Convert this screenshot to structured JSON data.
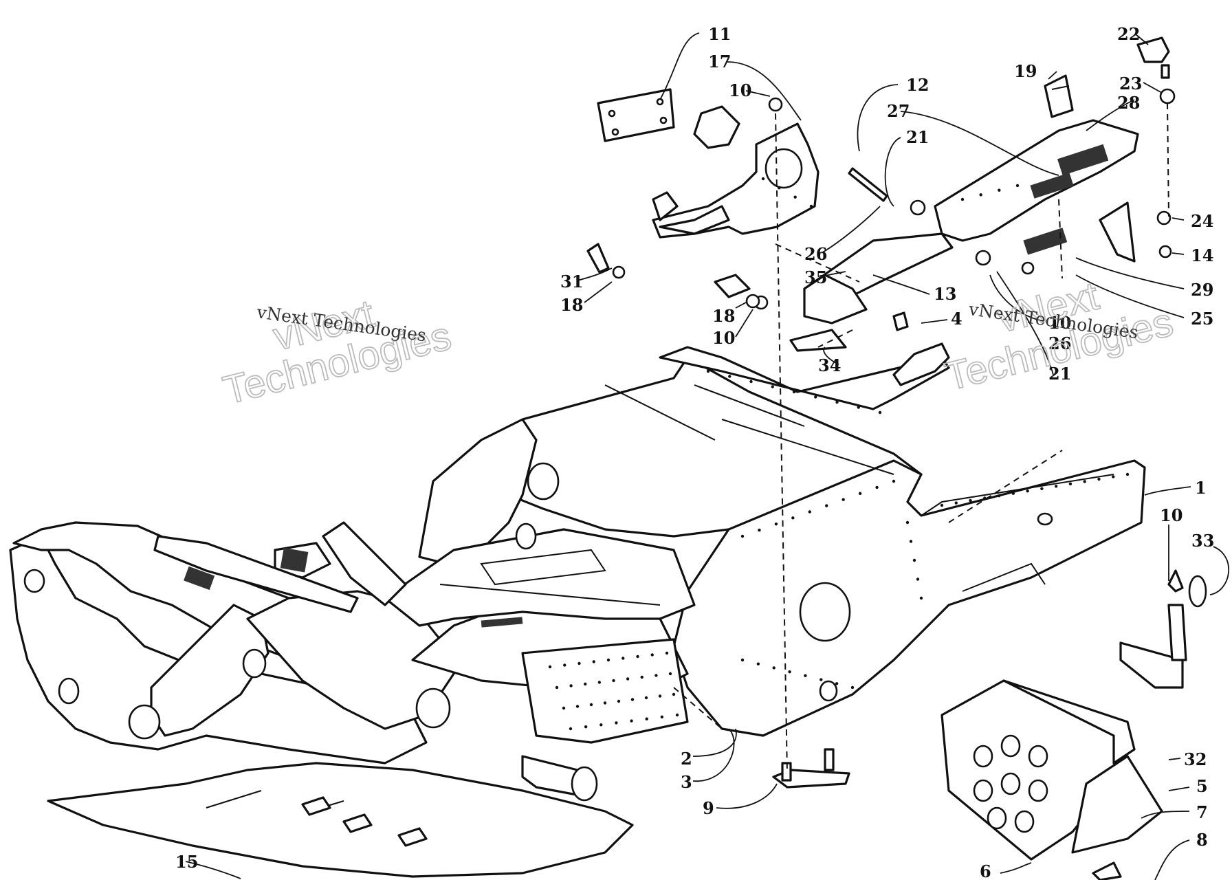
{
  "diagram": {
    "callouts": [
      {
        "id": "c11",
        "text": "11"
      },
      {
        "id": "c17",
        "text": "17"
      },
      {
        "id": "c10a",
        "text": "10"
      },
      {
        "id": "c12",
        "text": "12"
      },
      {
        "id": "c27",
        "text": "27"
      },
      {
        "id": "c21a",
        "text": "21"
      },
      {
        "id": "c19",
        "text": "19"
      },
      {
        "id": "c22",
        "text": "22"
      },
      {
        "id": "c23",
        "text": "23"
      },
      {
        "id": "c28",
        "text": "28"
      },
      {
        "id": "c24",
        "text": "24"
      },
      {
        "id": "c14",
        "text": "14"
      },
      {
        "id": "c29",
        "text": "29"
      },
      {
        "id": "c25",
        "text": "25"
      },
      {
        "id": "c26a",
        "text": "26"
      },
      {
        "id": "c35",
        "text": "35"
      },
      {
        "id": "c13",
        "text": "13"
      },
      {
        "id": "c4",
        "text": "4"
      },
      {
        "id": "c31",
        "text": "31"
      },
      {
        "id": "c18a",
        "text": "18"
      },
      {
        "id": "c18b",
        "text": "18"
      },
      {
        "id": "c10b",
        "text": "10"
      },
      {
        "id": "c34",
        "text": "34"
      },
      {
        "id": "c10c",
        "text": "10"
      },
      {
        "id": "c26b",
        "text": "26"
      },
      {
        "id": "c21b",
        "text": "21"
      },
      {
        "id": "c1",
        "text": "1"
      },
      {
        "id": "c10d",
        "text": "10"
      },
      {
        "id": "c33",
        "text": "33"
      },
      {
        "id": "c2",
        "text": "2"
      },
      {
        "id": "c3",
        "text": "3"
      },
      {
        "id": "c9",
        "text": "9"
      },
      {
        "id": "c32",
        "text": "32"
      },
      {
        "id": "c5",
        "text": "5"
      },
      {
        "id": "c7",
        "text": "7"
      },
      {
        "id": "c8",
        "text": "8"
      },
      {
        "id": "c6",
        "text": "6"
      },
      {
        "id": "c15",
        "text": "15"
      }
    ],
    "watermark": {
      "small": "vNext Technologies",
      "big_line1": "vNext",
      "big_line2": "Technologies"
    }
  }
}
